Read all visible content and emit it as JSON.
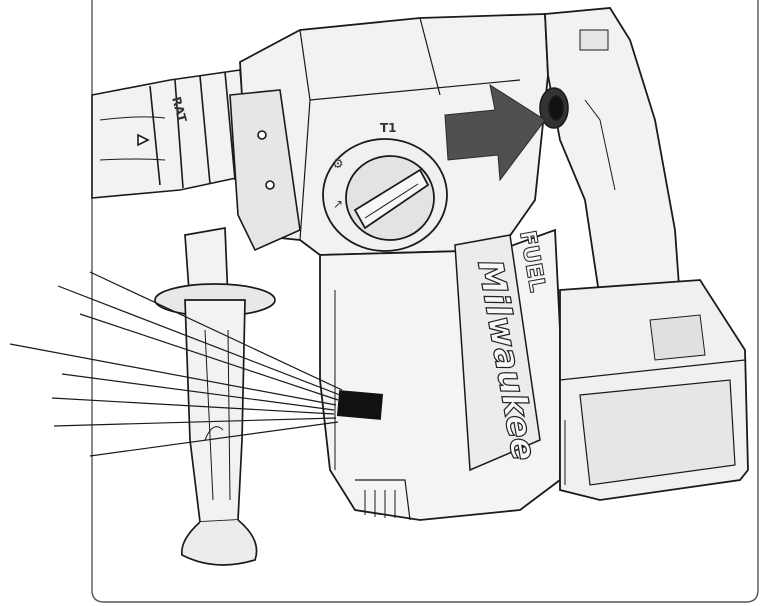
{
  "figure": {
    "brand_logo": "Milwaukee",
    "fuel_mark": "FUEL",
    "mode_symbol": "T1",
    "leader_line_count": 8,
    "colors": {
      "outline": "#1a1a1a",
      "body_fill": "#f2f2f2",
      "shade": "#d9d9d9",
      "arrow": "#505050",
      "label_plate": "#111111"
    }
  }
}
